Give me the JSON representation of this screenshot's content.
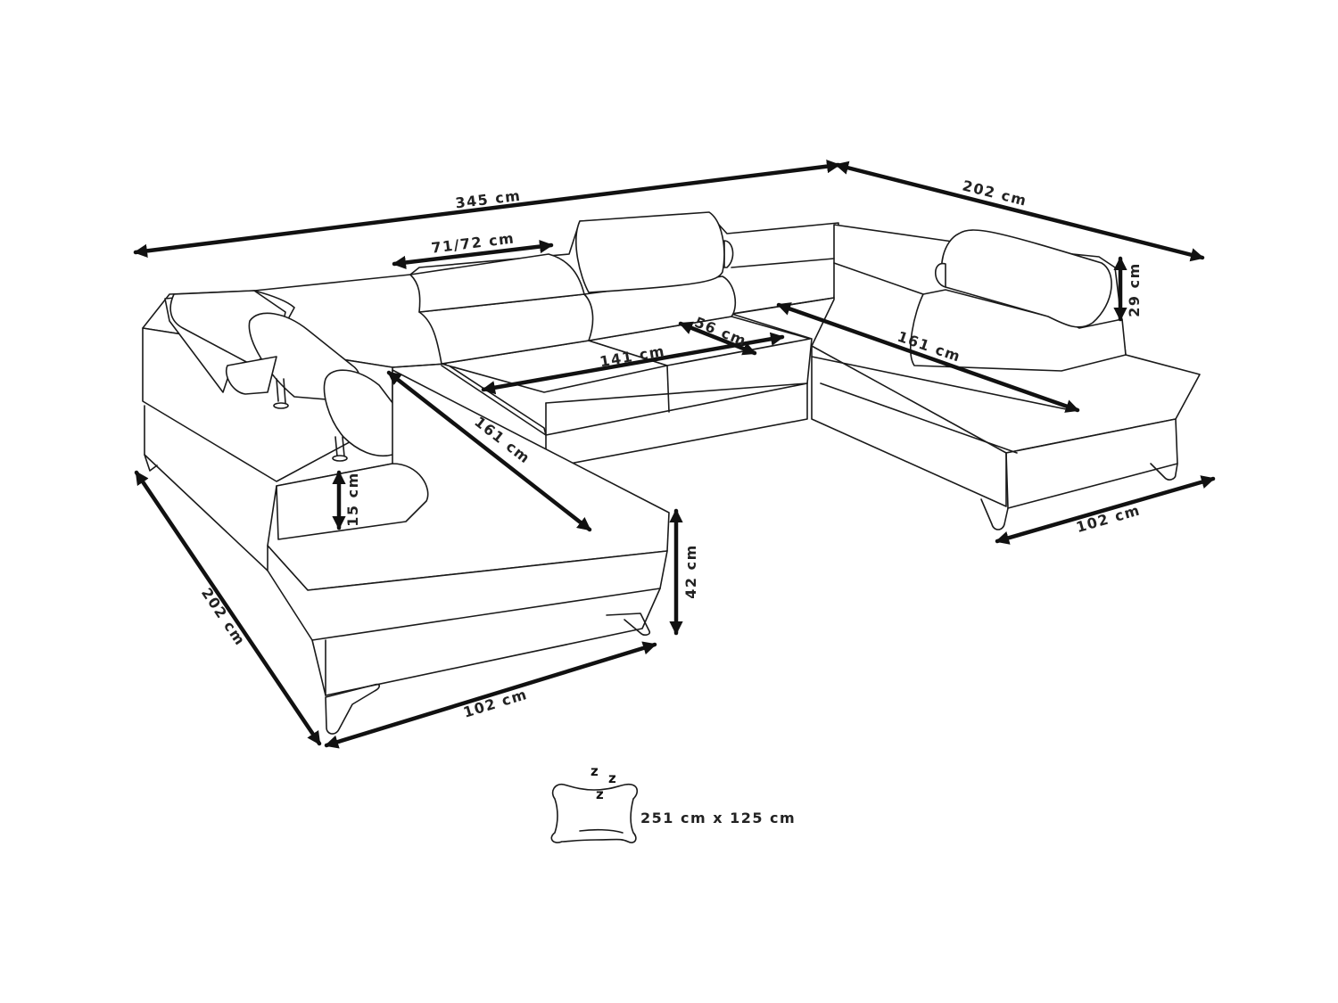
{
  "colors": {
    "line": "#1a1a1a",
    "background": "#ffffff"
  },
  "dimensions": {
    "total_width": "345 cm",
    "right_depth_top": "202 cm",
    "left_depth": "202 cm",
    "headrest_width": "71/72 cm",
    "middle_seat_width": "141 cm",
    "middle_seat_depth": "56 cm",
    "left_chaise_length": "161 cm",
    "right_chaise_length": "161 cm",
    "headrest_height": "29 cm",
    "armrest_height": "15 cm",
    "seat_height": "42 cm",
    "left_chaise_width": "102 cm",
    "right_chaise_width": "102 cm"
  },
  "sleeping_area": {
    "icon": "pillow-sleep-icon",
    "z_letters": [
      "z",
      "z",
      "z"
    ],
    "size": "251 cm x 125 cm"
  }
}
